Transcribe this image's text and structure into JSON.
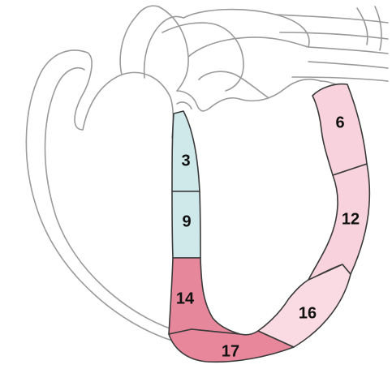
{
  "diagram": {
    "colors": {
      "septal_basal_mid": "#cfe8ea",
      "apical_septal": "#e6879b",
      "apex": "#e8879b",
      "lateral": "#f8d2dc",
      "outline": "#9a9a9a"
    },
    "segments": [
      {
        "id": "3",
        "label": "3",
        "region": "septal_basal_mid"
      },
      {
        "id": "9",
        "label": "9",
        "region": "septal_basal_mid"
      },
      {
        "id": "14",
        "label": "14",
        "region": "apical_septal"
      },
      {
        "id": "17",
        "label": "17",
        "region": "apex"
      },
      {
        "id": "16",
        "label": "16",
        "region": "lateral"
      },
      {
        "id": "12",
        "label": "12",
        "region": "lateral"
      },
      {
        "id": "6",
        "label": "6",
        "region": "lateral"
      }
    ]
  }
}
